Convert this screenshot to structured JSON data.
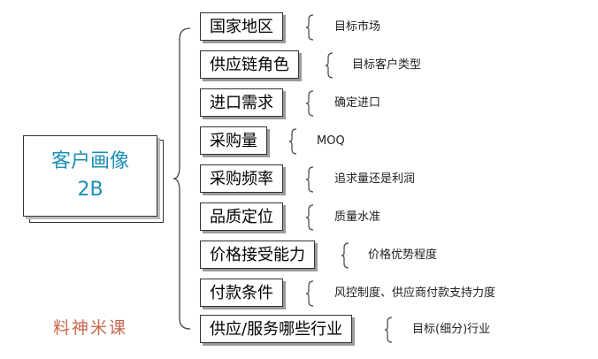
{
  "root": {
    "line1": "客户画像",
    "line2": "2B"
  },
  "categories": [
    {
      "label": "国家地区",
      "detail": "目标市场"
    },
    {
      "label": "供应链角色",
      "detail": "目标客户类型"
    },
    {
      "label": "进口需求",
      "detail": "确定进口"
    },
    {
      "label": "采购量",
      "detail": "MOQ"
    },
    {
      "label": "采购频率",
      "detail": "追求量还是利润"
    },
    {
      "label": "品质定位",
      "detail": "质量水准"
    },
    {
      "label": "价格接受能力",
      "detail": "价格优势程度"
    },
    {
      "label": "付款条件",
      "detail": "风控制度、供应商付款支持力度"
    },
    {
      "label": "供应/服务哪些行业",
      "detail": "目标(细分)行业"
    }
  ],
  "watermark": "料神米课"
}
